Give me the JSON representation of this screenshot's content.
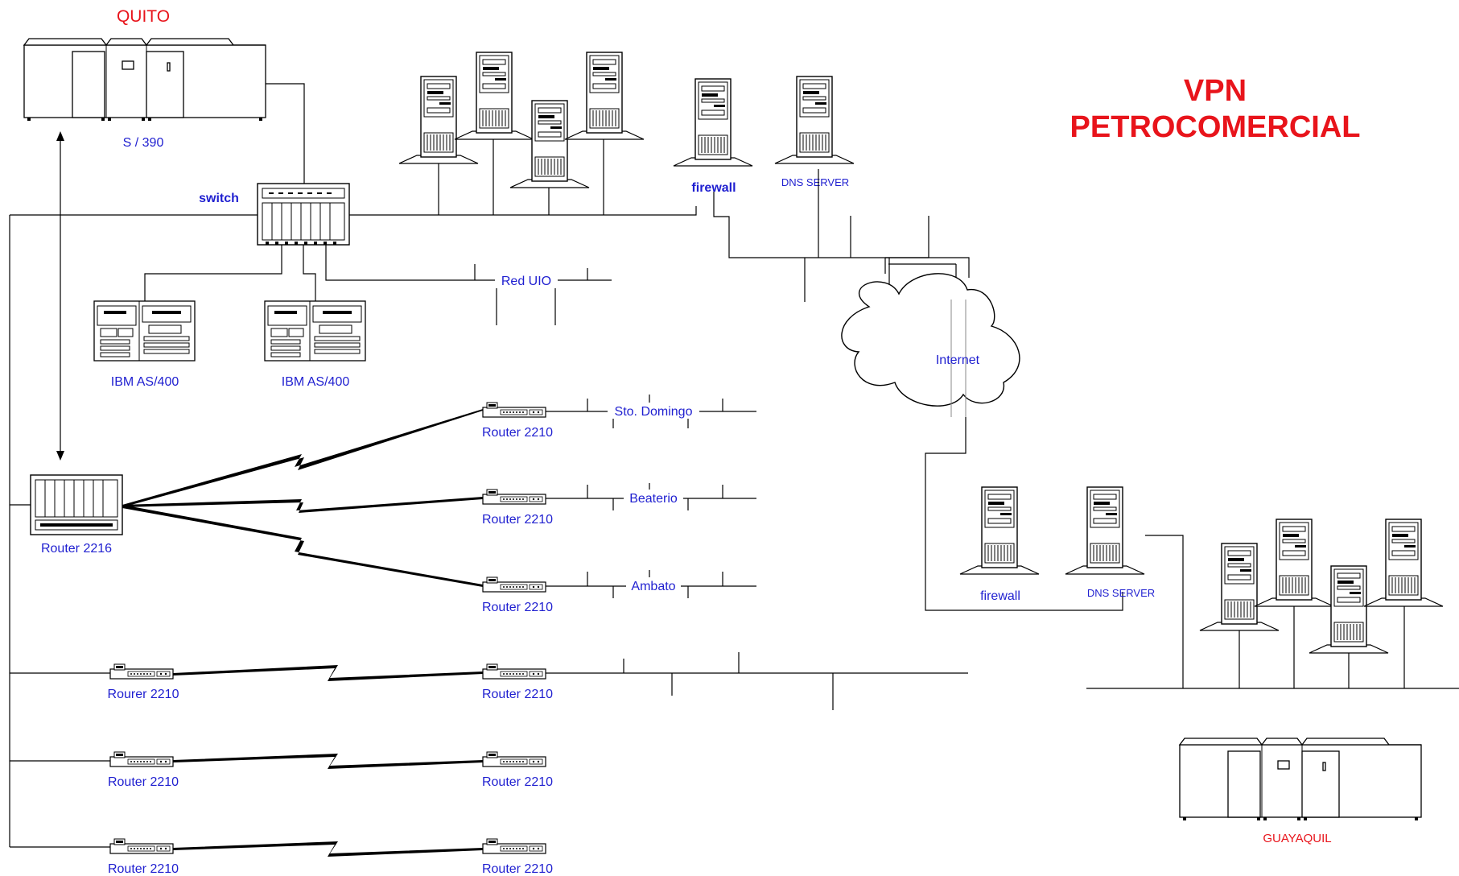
{
  "title": {
    "line1": "VPN",
    "line2": "PETROCOMERCIAL"
  },
  "sites": {
    "quito": "QUITO",
    "guayaquil": "GUAYAQUIL"
  },
  "labels": {
    "s390": "S / 390",
    "switch": "switch",
    "firewall_quito": "firewall",
    "dns_quito": "DNS SERVER",
    "red_uio": "Red UIO",
    "as400_1": "IBM AS/400",
    "as400_2": "IBM AS/400",
    "internet": "Internet",
    "router_2216": "Router 2216",
    "router_sto": "Router 2210",
    "router_beaterio": "Router 2210",
    "router_ambato": "Router 2210",
    "router_left_4": "Rourer 2210",
    "router_right_4": "Router 2210",
    "router_left_5": "Router 2210",
    "router_right_5": "Router 2210",
    "router_left_6": "Router 2210",
    "router_right_6": "Router 2210",
    "sto_domingo": "Sto. Domingo",
    "beaterio": "Beaterio",
    "ambato": "Ambato",
    "firewall_gye": "firewall",
    "dns_gye": "DNS SERVER"
  },
  "colors": {
    "label": "#1f1fd0",
    "site": "#e8141b",
    "line": "#000000"
  }
}
